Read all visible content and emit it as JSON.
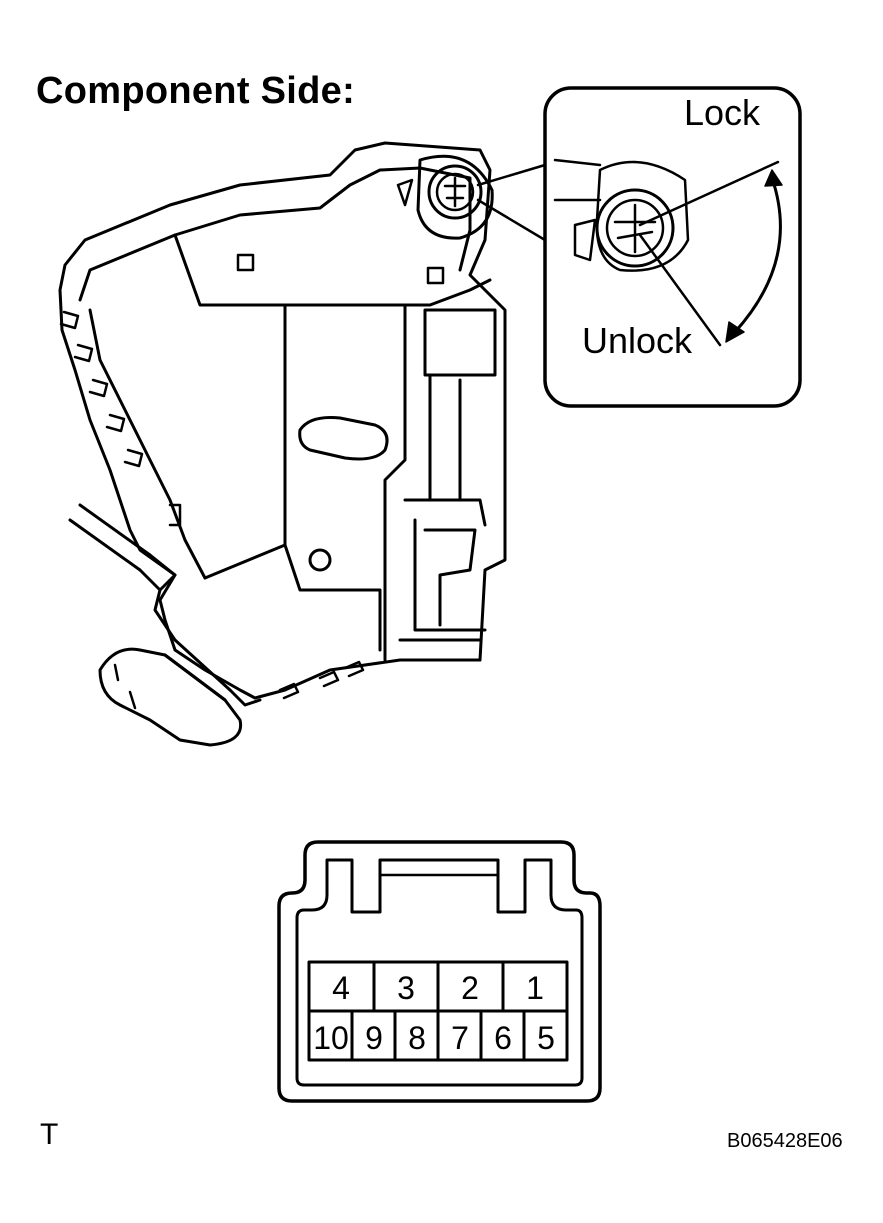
{
  "heading": "Component Side:",
  "inset": {
    "lock_label": "Lock",
    "unlock_label": "Unlock"
  },
  "connector": {
    "top_row": [
      "4",
      "3",
      "2",
      "1"
    ],
    "bottom_row": [
      "10",
      "9",
      "8",
      "7",
      "6",
      "5"
    ]
  },
  "footer": {
    "corner_mark": "T",
    "figure_code": "B065428E06"
  }
}
